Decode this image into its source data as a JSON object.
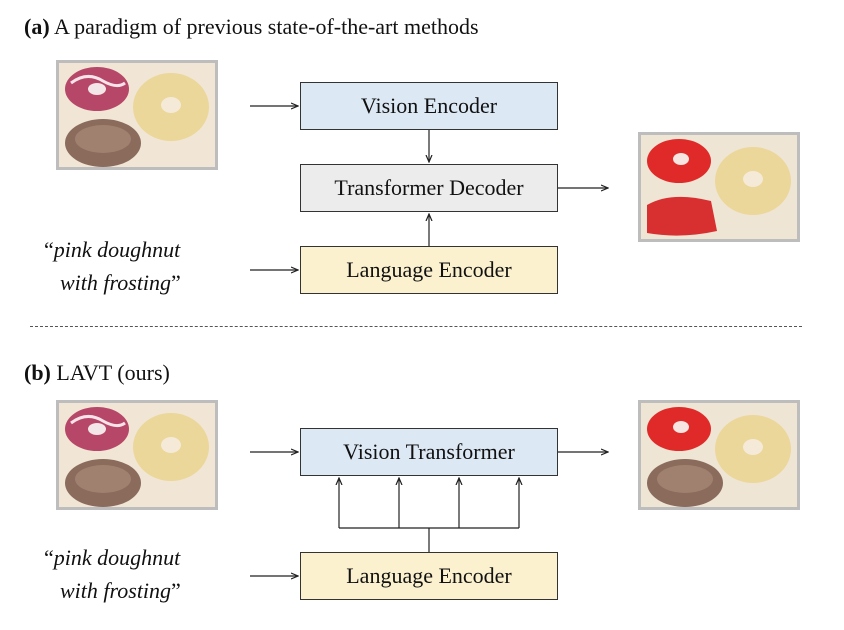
{
  "section_a": {
    "label": "(a)",
    "title": "A paradigm of previous state-of-the-art methods",
    "vision_encoder": "Vision Encoder",
    "transformer_decoder": "Transformer Decoder",
    "language_encoder": "Language Encoder",
    "query_open": "“",
    "query_line1": "pink doughnut",
    "query_line2": "with frosting",
    "query_close": "”"
  },
  "section_b": {
    "label": "(b)",
    "title": "LAVT (ours)",
    "vision_transformer": "Vision Transformer",
    "language_encoder": "Language Encoder",
    "query_open": "“",
    "query_line1": "pink doughnut",
    "query_line2": "with frosting",
    "query_close": "”"
  },
  "colors": {
    "vision_box": "#dde8f5",
    "decoder_box": "#ececec",
    "language_box": "#fbf1cf",
    "segmentation_mask": "#e02a2a"
  }
}
